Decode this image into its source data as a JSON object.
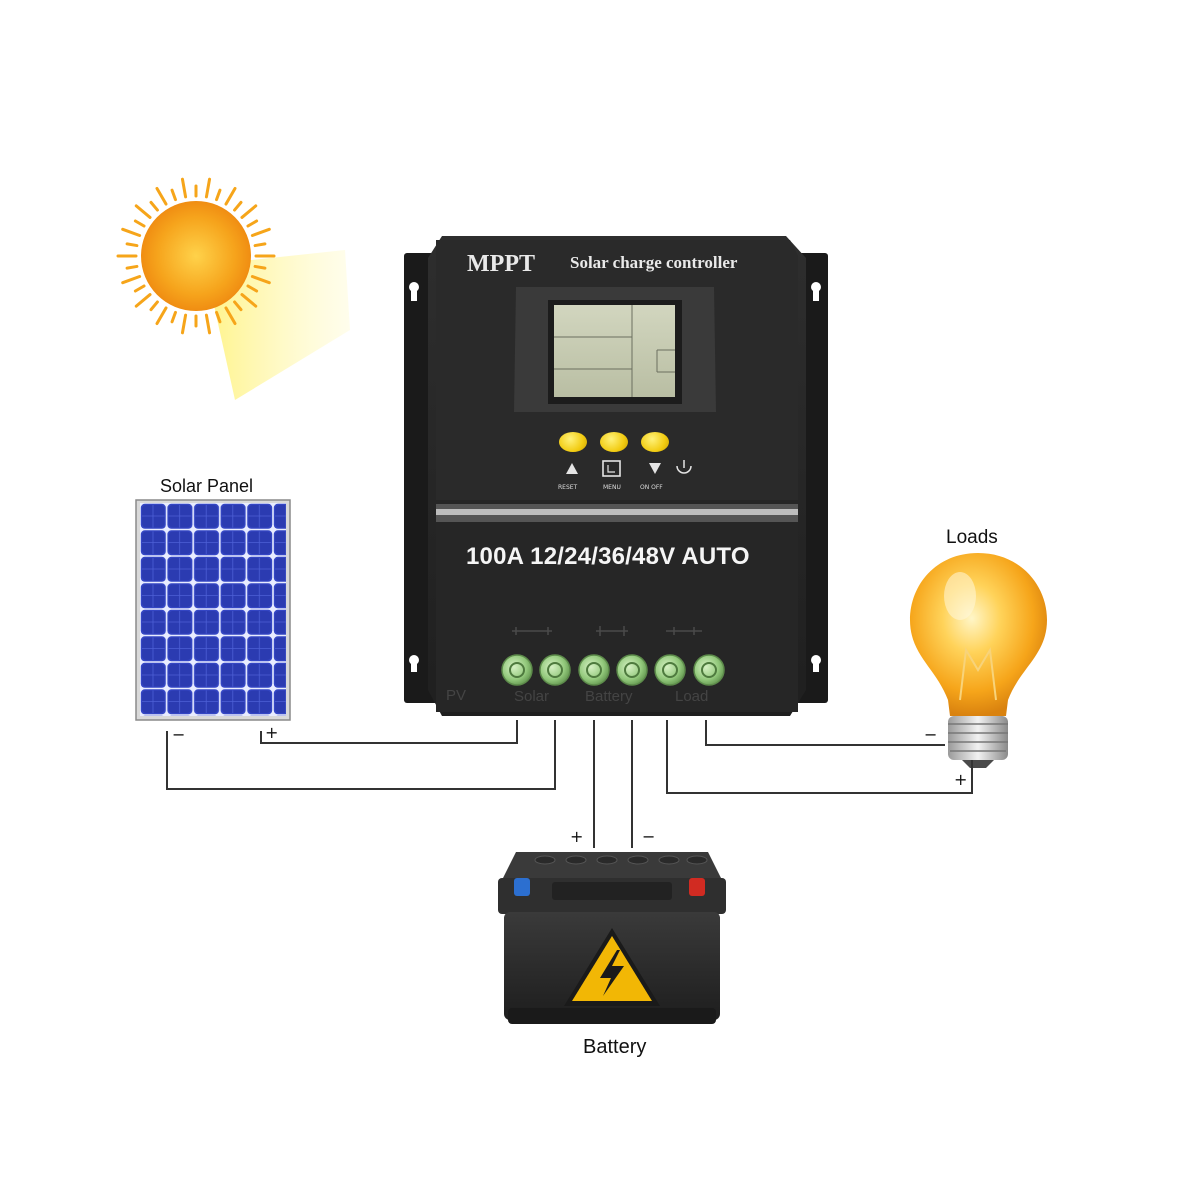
{
  "controller": {
    "brand": "MPPT",
    "product_name": "Solar charge controller",
    "rating": "100A 12/24/36/48V AUTO",
    "buttons": [
      {
        "id": "reset",
        "label": "RESET"
      },
      {
        "id": "menu",
        "label": "MENU"
      },
      {
        "id": "onoff",
        "label": "ON OFF"
      }
    ]
  },
  "labels": {
    "solar_panel": "Solar Panel",
    "loads": "Loads",
    "battery": "Battery"
  },
  "polarity": {
    "minus": "−",
    "plus": "+"
  },
  "colors": {
    "controller_body": "#262626",
    "lcd": "#c9cdb5",
    "terminal": "#9fd088",
    "sun": "#f7b21a",
    "panel_cell": "#2e3fbd",
    "bulb": "#f6a51a",
    "battery_body": "#2b2b2b",
    "warning_yellow": "#f2b705"
  }
}
